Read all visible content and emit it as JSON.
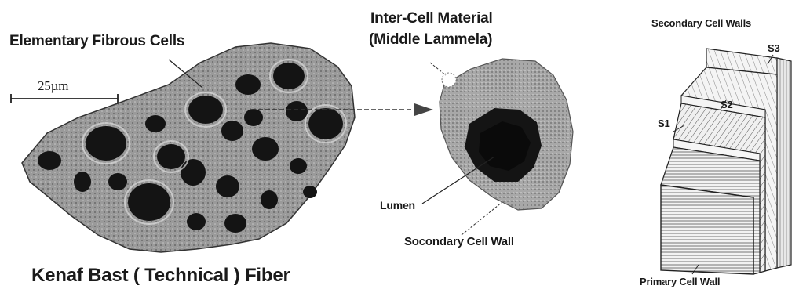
{
  "labels": {
    "elementary_cells": "Elementary Fibrous Cells",
    "scale": "25µm",
    "inter_cell_line1": "Inter-Cell Material",
    "inter_cell_line2": "(Middle Lammela)",
    "lumen": "Lumen",
    "secondary_wall_single": "Socondary Cell Wall",
    "title": "Kenaf Bast ( Technical ) Fiber",
    "secondary_walls": "Secondary Cell Walls",
    "s1": "S1",
    "s2": "S2",
    "s3": "S3",
    "primary_wall": "Primary Cell Wall"
  },
  "colors": {
    "ink": "#1a1a1a",
    "cell_wall": "#8c8c8c",
    "lumen": "#111111",
    "face_light": "#eeeeee",
    "face_shade": "#d0d0d0"
  }
}
